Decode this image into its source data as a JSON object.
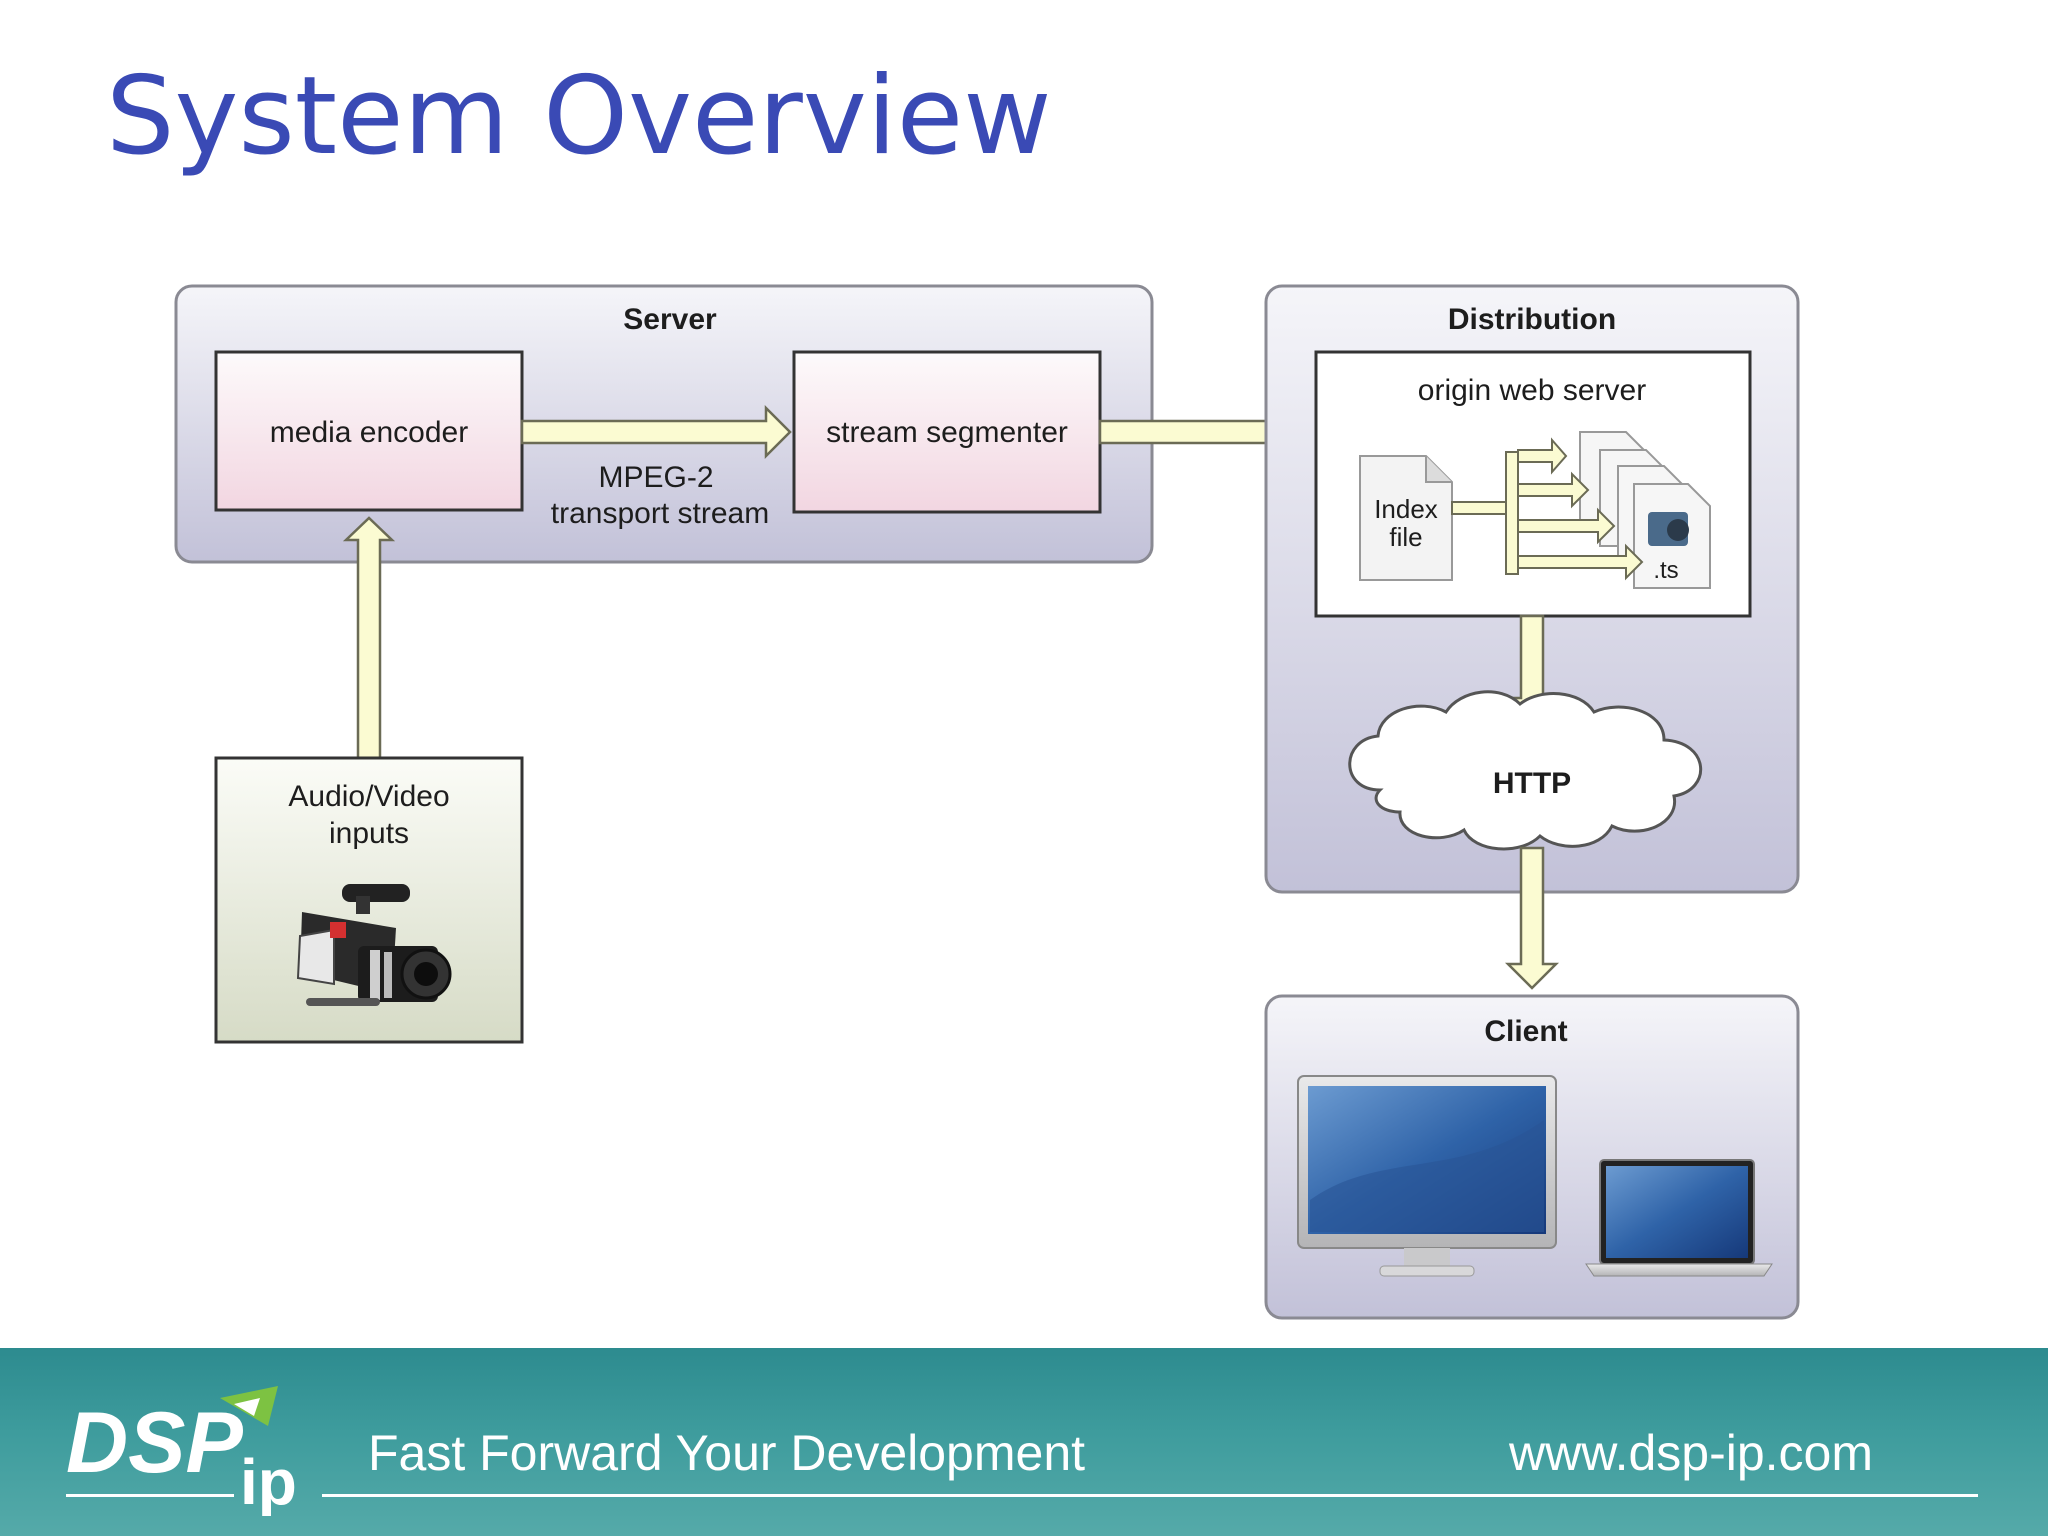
{
  "slide": {
    "title": "System Overview"
  },
  "diagram": {
    "server": {
      "title": "Server",
      "media_encoder": "media encoder",
      "stream_segmenter": "stream segmenter",
      "transport_label_line1": "MPEG-2",
      "transport_label_line2": "transport stream"
    },
    "inputs": {
      "title_line1": "Audio/Video",
      "title_line2": "inputs",
      "icon": "video-camera-icon"
    },
    "distribution": {
      "title": "Distribution",
      "origin_web_server": "origin web server",
      "index_file_line1": "Index",
      "index_file_line2": "file",
      "segment_label": ".ts",
      "http_label": "HTTP"
    },
    "client": {
      "title": "Client",
      "devices": [
        "desktop-monitor-icon",
        "laptop-icon"
      ]
    },
    "colors": {
      "title_blue": "#3a4ab5",
      "arrow_fill": "#fbfbd2",
      "box_pink": "#f5dbe4",
      "panel_top": "#f4f4f8",
      "panel_bottom": "#c0bfd7",
      "footer_teal": "#3e9c9d"
    }
  },
  "footer": {
    "logo_text_main": "DSP",
    "logo_text_sub": "ip",
    "tagline": "Fast Forward Your Development",
    "url": "www.dsp-ip.com"
  }
}
